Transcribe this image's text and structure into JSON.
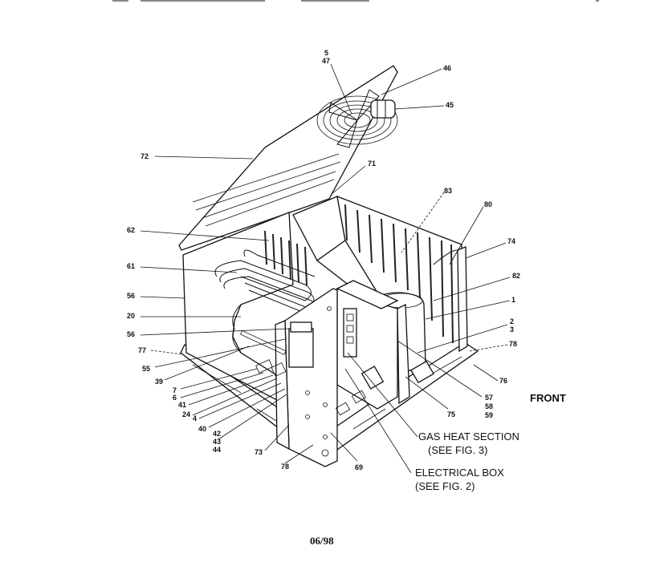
{
  "labels": {
    "l5": "5",
    "l47": "47",
    "l46": "46",
    "l45": "45",
    "l72": "72",
    "l71": "71",
    "l83": "83",
    "l80": "80",
    "l74": "74",
    "l82": "82",
    "l62": "62",
    "l61": "61",
    "l56a": "56",
    "l20": "20",
    "l56b": "56",
    "l77": "77",
    "l55": "55",
    "l39": "39",
    "l7": "7",
    "l6": "6",
    "l41": "41",
    "l24": "24",
    "l4": "4",
    "l40": "40",
    "l42": "42",
    "l43": "43",
    "l44": "44",
    "l73": "73",
    "l78a": "78",
    "l69": "69",
    "l75": "75",
    "l57": "57",
    "l58": "58",
    "l59": "59",
    "l1": "1",
    "l2": "2",
    "l3": "3",
    "l78b": "78",
    "l76": "76"
  },
  "callouts": {
    "front": "FRONT",
    "gas_heat_1": "GAS HEAT SECTION",
    "gas_heat_2": "(SEE FIG. 3)",
    "electrical_1": "ELECTRICAL BOX",
    "electrical_2": "(SEE FIG. 2)"
  },
  "footer": {
    "date_code": "06/98"
  }
}
